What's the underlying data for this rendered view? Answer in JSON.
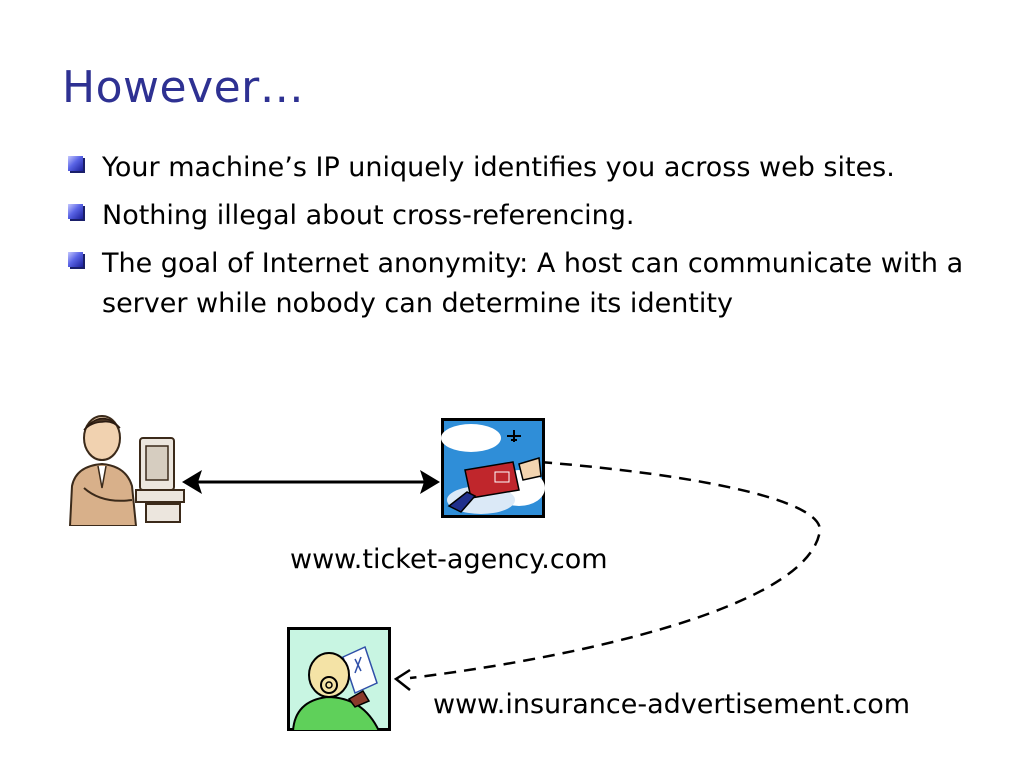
{
  "slide": {
    "title": "However…",
    "bullets": [
      "Your machine’s IP uniquely identifies you across web sites.",
      "Nothing illegal about cross-referencing.",
      "The goal of Internet anonymity: A host can communicate with a server while nobody can determine its identity"
    ]
  },
  "diagram": {
    "ticket_agency_label": "www.ticket-agency.com",
    "insurance_label": "www.insurance-advertisement.com",
    "icons": {
      "user": "user-at-computer-icon",
      "ticket_agency": "ticket-agency-icon",
      "insurance": "insurance-advertisement-icon"
    }
  },
  "colors": {
    "title": "#2e3192",
    "text": "#000000",
    "bullet": "#3a44d8"
  }
}
